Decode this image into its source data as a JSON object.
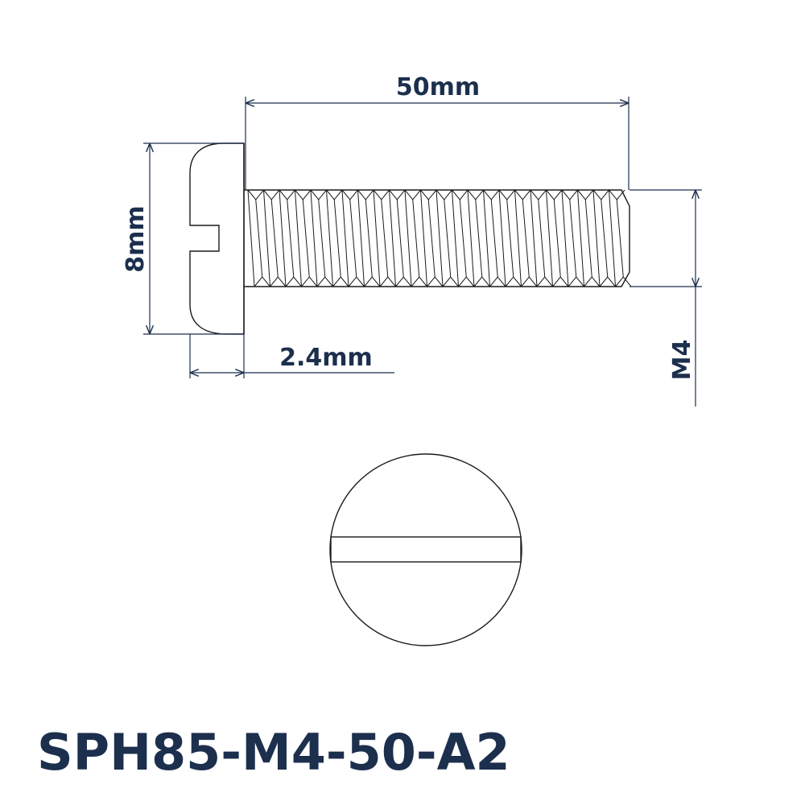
{
  "dimensions": {
    "length": "50mm",
    "head_diameter": "8mm",
    "head_height": "2.4mm",
    "thread_size": "M4"
  },
  "part_number": "SPH85-M4-50-A2",
  "colors": {
    "dimension": "#1c2f4d",
    "outline": "#1a1a1a"
  }
}
